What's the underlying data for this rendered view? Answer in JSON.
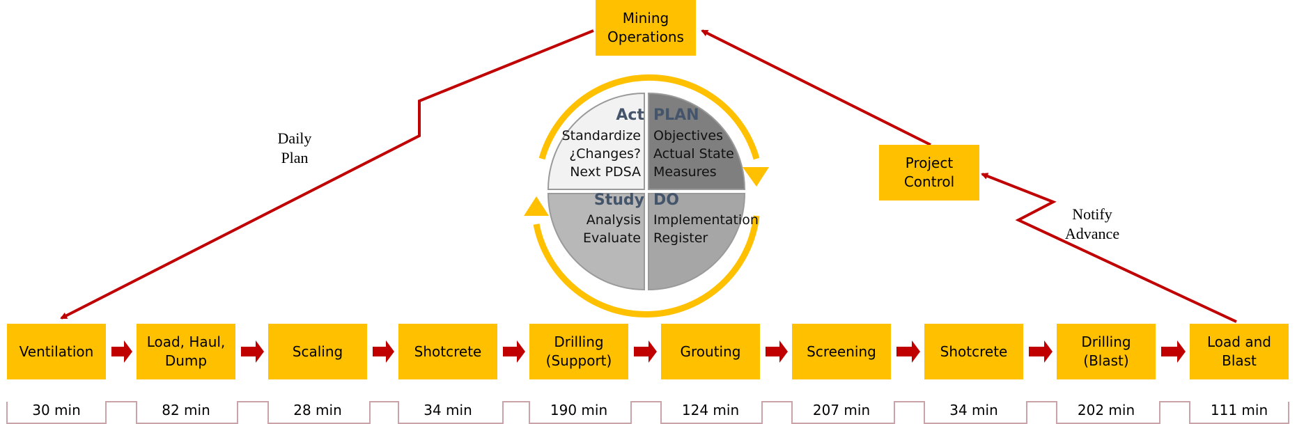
{
  "top_box": {
    "label": "Mining\nOperations"
  },
  "project_box": {
    "label": "Project\nControl"
  },
  "labels": {
    "daily_plan": "Daily\nPlan",
    "notify_advance": "Notify\nAdvance"
  },
  "pdsa": {
    "act": {
      "title": "Act",
      "items": "Standardize\n¿Changes?\nNext PDSA"
    },
    "plan": {
      "title": "PLAN",
      "items": "Objectives\nActual State\nMeasures"
    },
    "study": {
      "title": "Study",
      "items": "Analysis\nEvaluate"
    },
    "do": {
      "title": "DO",
      "items": "Implementation\nRegister"
    }
  },
  "steps": [
    {
      "label": "Ventilation",
      "duration": "30 min"
    },
    {
      "label": "Load, Haul,\nDump",
      "duration": "82 min"
    },
    {
      "label": "Scaling",
      "duration": "28 min"
    },
    {
      "label": "Shotcrete",
      "duration": "34 min"
    },
    {
      "label": "Drilling\n(Support)",
      "duration": "190 min"
    },
    {
      "label": "Grouting",
      "duration": "124 min"
    },
    {
      "label": "Screening",
      "duration": "207 min"
    },
    {
      "label": "Shotcrete",
      "duration": "34 min"
    },
    {
      "label": "Drilling\n(Blast)",
      "duration": "202 min"
    },
    {
      "label": "Load and\nBlast",
      "duration": "111 min"
    }
  ],
  "colors": {
    "box": "#FFC000",
    "arrow": "#C00000",
    "ring": "#FFC000",
    "timeline": "#C9A3A8"
  }
}
